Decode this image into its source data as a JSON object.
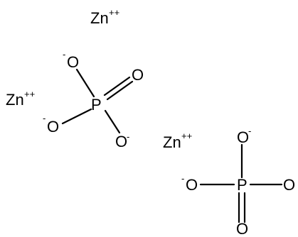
{
  "ions": {
    "zinc_1": {
      "symbol": "Zn",
      "charge": "++"
    },
    "zinc_2": {
      "symbol": "Zn",
      "charge": "++"
    },
    "zinc_3": {
      "symbol": "Zn",
      "charge": "++"
    }
  },
  "phosphate_1": {
    "phosphorus": "P",
    "oxygen_top": {
      "symbol": "O",
      "charge": "-"
    },
    "oxygen_double": {
      "symbol": "O"
    },
    "oxygen_left": {
      "symbol": "O",
      "charge": "-"
    },
    "oxygen_bottom": {
      "symbol": "O",
      "charge": "-"
    }
  },
  "phosphate_2": {
    "phosphorus": "P",
    "oxygen_top": {
      "symbol": "O",
      "charge": "-"
    },
    "oxygen_left": {
      "symbol": "O",
      "charge": "-"
    },
    "oxygen_right": {
      "symbol": "O"
    },
    "oxygen_double": {
      "symbol": "O"
    }
  }
}
